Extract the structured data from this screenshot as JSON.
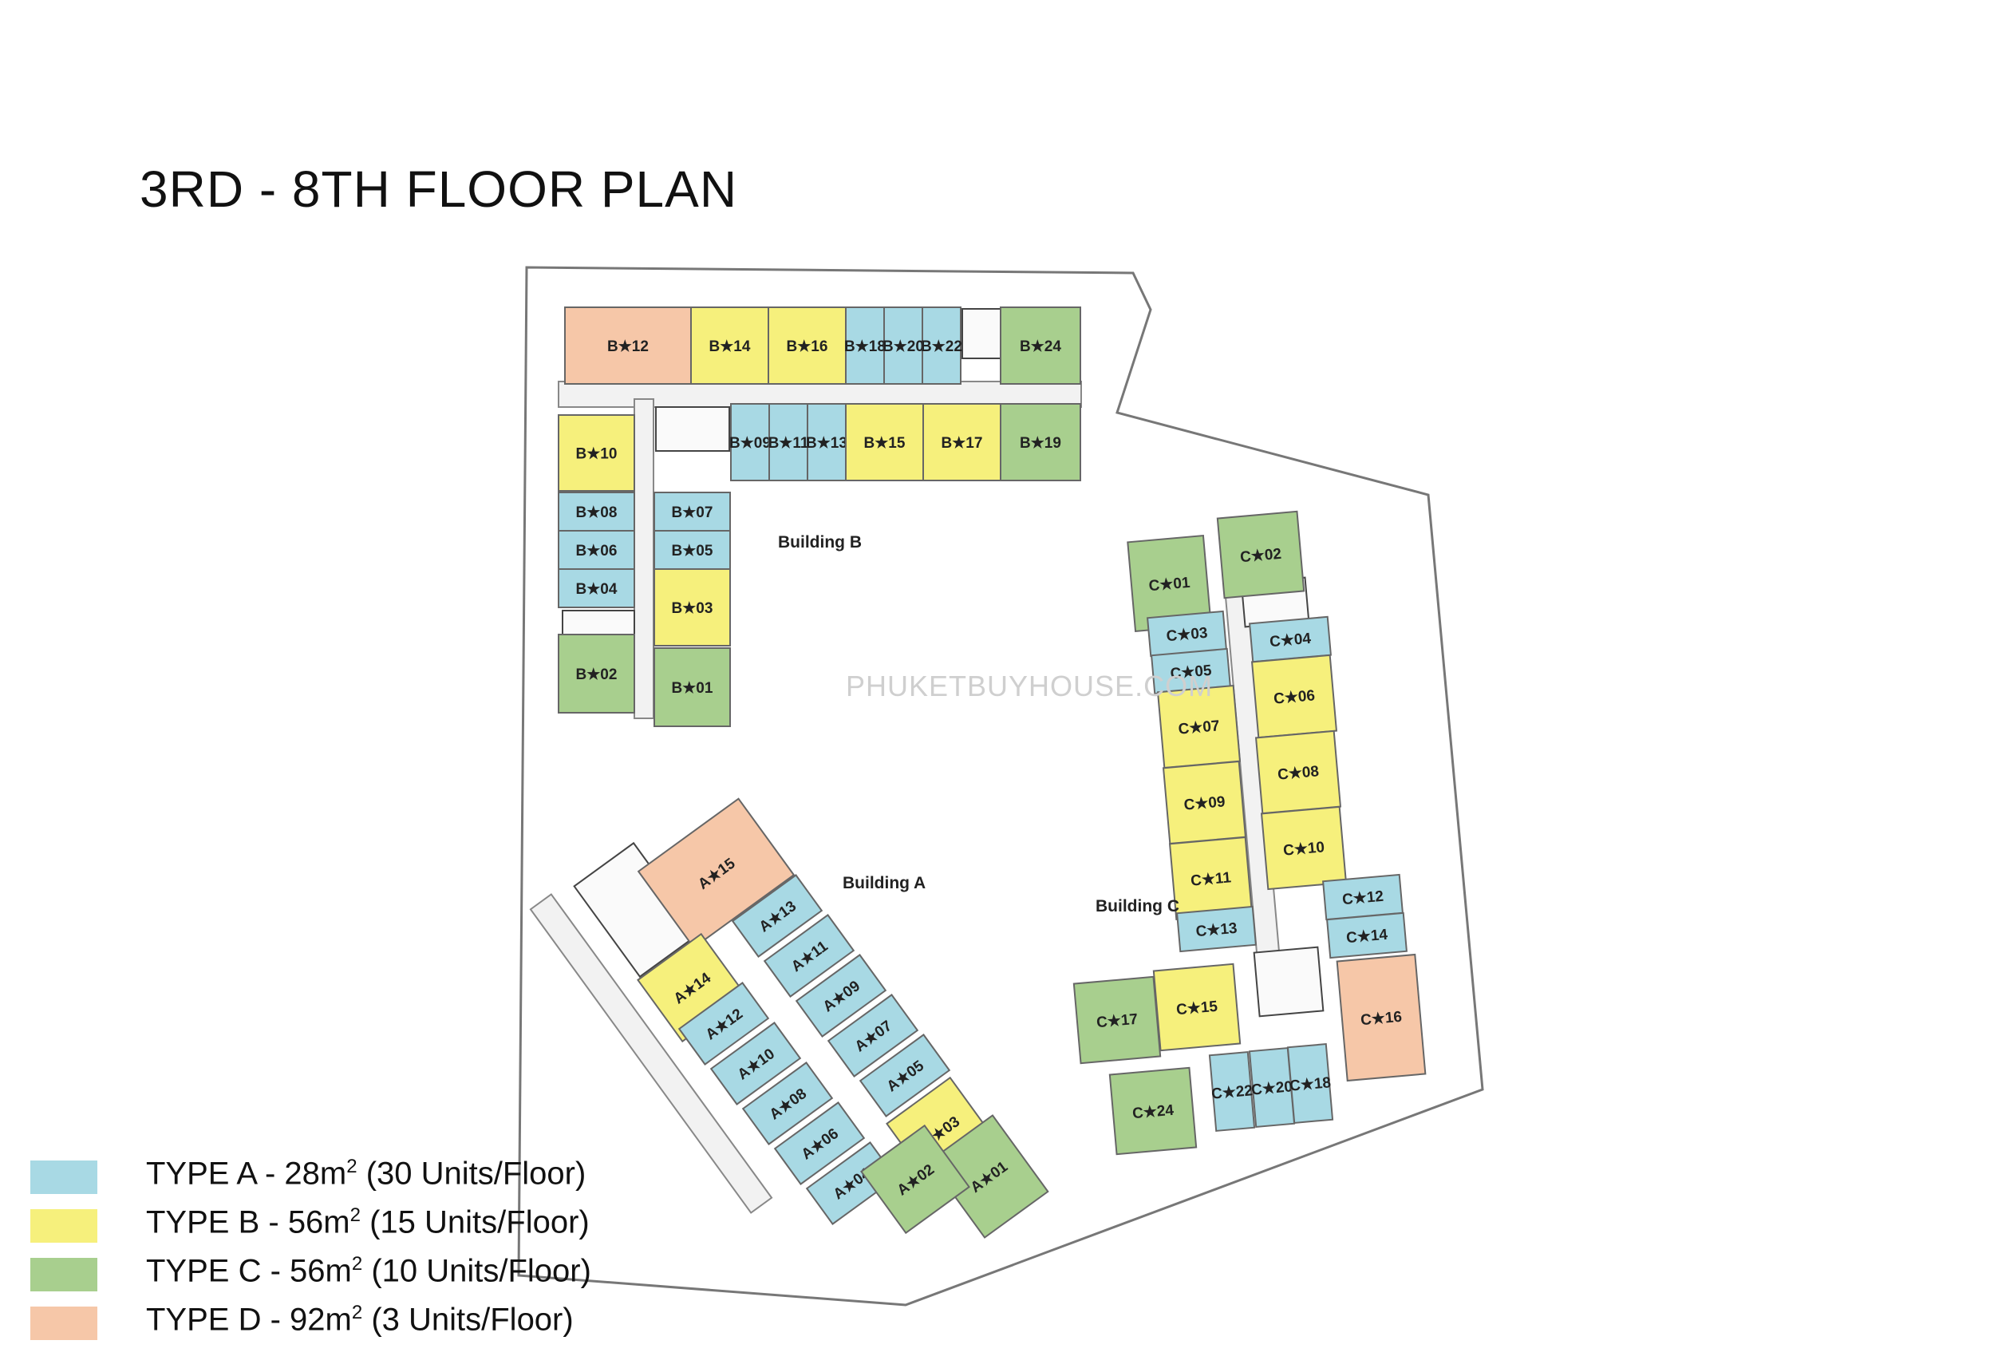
{
  "title": "3RD - 8TH FLOOR PLAN",
  "watermark": "PHUKETBUYHOUSE.COM",
  "colors": {
    "A": "#a8d9e4",
    "B": "#f6f07c",
    "C": "#a8cf8e",
    "D": "#f6c7a8",
    "wall": "#666666",
    "corridor": "#f2f2f2"
  },
  "buildings": {
    "A": "Building A",
    "B": "Building B",
    "C": "Building C"
  },
  "legend": [
    {
      "type": "A",
      "prefix": "TYPE A - 28m",
      "sup": "2",
      "suffix": " (30 Units/Floor)"
    },
    {
      "type": "B",
      "prefix": "TYPE B - 56m",
      "sup": "2",
      "suffix": " (15 Units/Floor)"
    },
    {
      "type": "C",
      "prefix": "TYPE C - 56m",
      "sup": "2",
      "suffix": " (10 Units/Floor)"
    },
    {
      "type": "D",
      "prefix": "TYPE D - 92m",
      "sup": "2",
      "suffix": " (3  Units/Floor)"
    }
  ],
  "units": {
    "B": [
      {
        "label": "B★12",
        "type": "D"
      },
      {
        "label": "B★14",
        "type": "B"
      },
      {
        "label": "B★16",
        "type": "B"
      },
      {
        "label": "B★18",
        "type": "A"
      },
      {
        "label": "B★20",
        "type": "A"
      },
      {
        "label": "B★22",
        "type": "A"
      },
      {
        "label": "B★24",
        "type": "C"
      },
      {
        "label": "B★09",
        "type": "A"
      },
      {
        "label": "B★11",
        "type": "A"
      },
      {
        "label": "B★13",
        "type": "A"
      },
      {
        "label": "B★15",
        "type": "B"
      },
      {
        "label": "B★17",
        "type": "B"
      },
      {
        "label": "B★19",
        "type": "C"
      },
      {
        "label": "B★10",
        "type": "B"
      },
      {
        "label": "B★08",
        "type": "A"
      },
      {
        "label": "B★06",
        "type": "A"
      },
      {
        "label": "B★04",
        "type": "A"
      },
      {
        "label": "B★02",
        "type": "C"
      },
      {
        "label": "B★07",
        "type": "A"
      },
      {
        "label": "B★05",
        "type": "A"
      },
      {
        "label": "B★03",
        "type": "B"
      },
      {
        "label": "B★01",
        "type": "C"
      }
    ],
    "A": [
      {
        "label": "A★15",
        "type": "D"
      },
      {
        "label": "A★13",
        "type": "A"
      },
      {
        "label": "A★11",
        "type": "A"
      },
      {
        "label": "A★09",
        "type": "A"
      },
      {
        "label": "A★07",
        "type": "A"
      },
      {
        "label": "A★05",
        "type": "A"
      },
      {
        "label": "A★03",
        "type": "B"
      },
      {
        "label": "A★01",
        "type": "C"
      },
      {
        "label": "A★14",
        "type": "B"
      },
      {
        "label": "A★12",
        "type": "A"
      },
      {
        "label": "A★10",
        "type": "A"
      },
      {
        "label": "A★08",
        "type": "A"
      },
      {
        "label": "A★06",
        "type": "A"
      },
      {
        "label": "A★04",
        "type": "A"
      },
      {
        "label": "A★02",
        "type": "C"
      }
    ],
    "C": [
      {
        "label": "C★01",
        "type": "C"
      },
      {
        "label": "C★03",
        "type": "A"
      },
      {
        "label": "C★05",
        "type": "A"
      },
      {
        "label": "C★07",
        "type": "B"
      },
      {
        "label": "C★09",
        "type": "B"
      },
      {
        "label": "C★11",
        "type": "B"
      },
      {
        "label": "C★13",
        "type": "A"
      },
      {
        "label": "C★02",
        "type": "C"
      },
      {
        "label": "C★04",
        "type": "A"
      },
      {
        "label": "C★06",
        "type": "B"
      },
      {
        "label": "C★08",
        "type": "B"
      },
      {
        "label": "C★10",
        "type": "B"
      },
      {
        "label": "C★12",
        "type": "A"
      },
      {
        "label": "C★14",
        "type": "A"
      },
      {
        "label": "C★16",
        "type": "D"
      },
      {
        "label": "C★17",
        "type": "C"
      },
      {
        "label": "C★15",
        "type": "B"
      },
      {
        "label": "C★24",
        "type": "C"
      },
      {
        "label": "C★22",
        "type": "A"
      },
      {
        "label": "C★20",
        "type": "A"
      },
      {
        "label": "C★18",
        "type": "A"
      }
    ]
  }
}
